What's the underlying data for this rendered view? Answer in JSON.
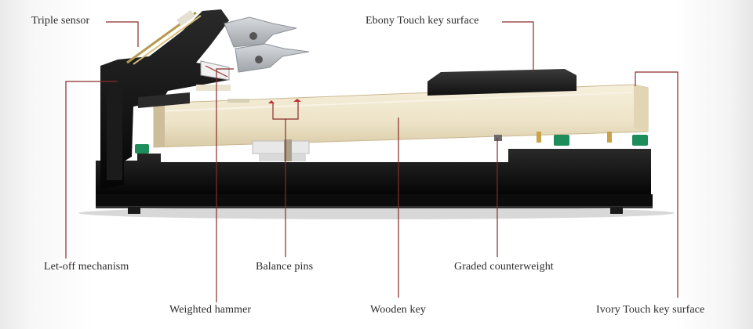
{
  "diagram": {
    "labels": {
      "triple_sensor": "Triple sensor",
      "ebony_touch": "Ebony Touch key surface",
      "let_off": "Let-off mechanism",
      "balance_pins": "Balance pins",
      "graded_counterweight": "Graded counterweight",
      "weighted_hammer": "Weighted hammer",
      "wooden_key": "Wooden key",
      "ivory_touch": "Ivory Touch key surface"
    },
    "colors": {
      "leader_line": "#8a2b2b",
      "wood": "#efe6cf",
      "frame": "#111111",
      "felt": "#1a8a5a",
      "hammer": "#b9bdc2"
    }
  }
}
